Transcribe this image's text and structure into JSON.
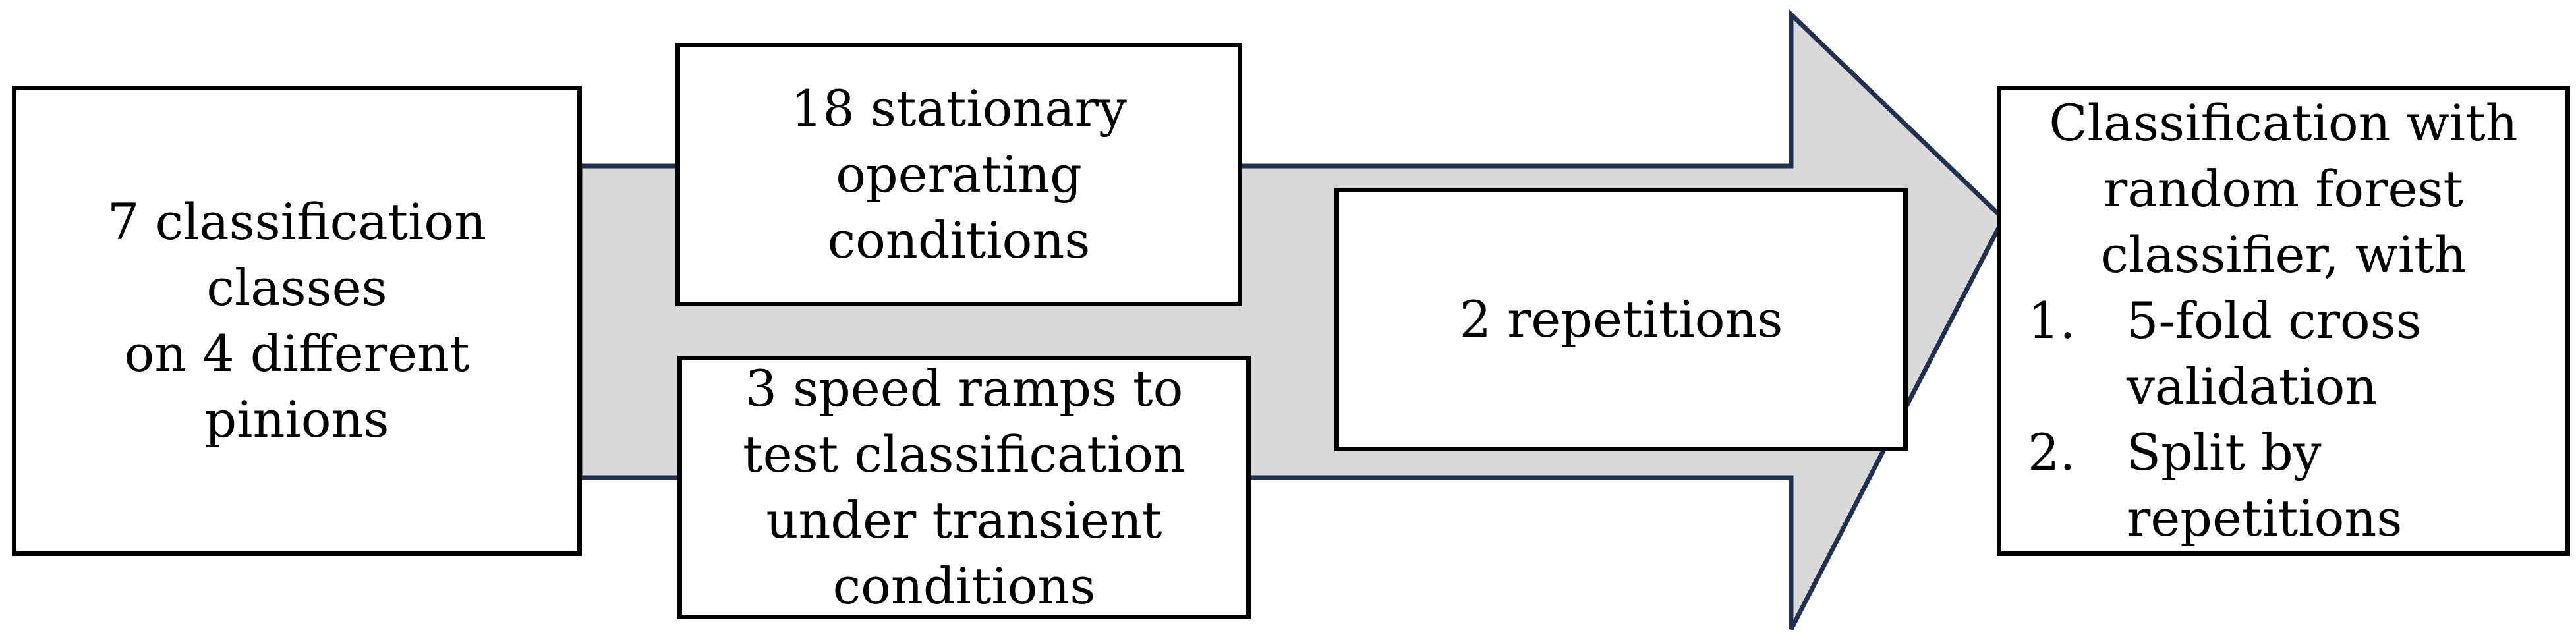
{
  "colors": {
    "arrow_fill": "#d9d9d9",
    "arrow_stroke": "#1f3050",
    "box_border": "#000000",
    "text": "#000000"
  },
  "input_box": {
    "text": "7 classification\nclasses\non 4 different\npinions"
  },
  "stationary_box": {
    "text": "18 stationary\noperating\nconditions"
  },
  "ramps_box": {
    "text": "3 speed ramps to\ntest classification\nunder transient\nconditions"
  },
  "repetitions_box": {
    "text": "2 repetitions"
  },
  "output_box": {
    "title": "Classification with\nrandom forest\nclassifier, with",
    "items": [
      {
        "number": "1.",
        "text": "5-fold cross\nvalidation"
      },
      {
        "number": "2.",
        "text": "Split by\nrepetitions"
      }
    ]
  }
}
